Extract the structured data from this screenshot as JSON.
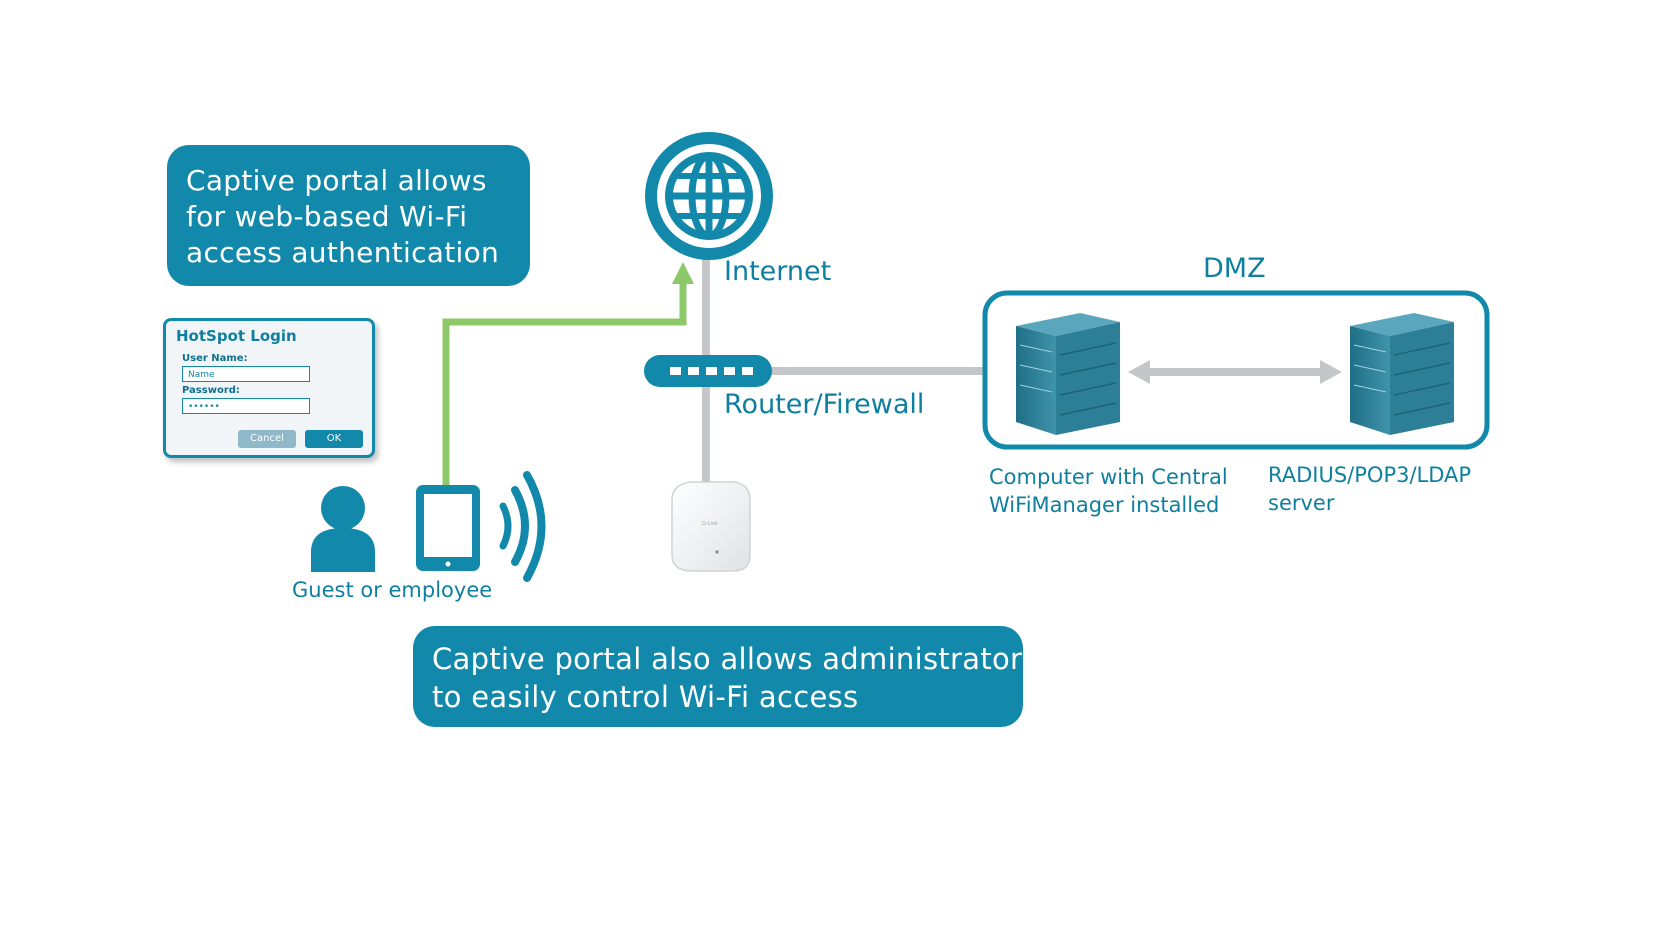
{
  "callouts": {
    "top": [
      "Captive portal allows",
      "for web-based Wi-Fi",
      "access authentication"
    ],
    "bottom": [
      "Captive portal also allows administrator",
      "to easily control Wi-Fi access"
    ]
  },
  "labels": {
    "internet": "Internet",
    "router": "Router/Firewall",
    "dmz": "DMZ",
    "guest": "Guest or employee",
    "computer": [
      "Computer with Central",
      "WiFiManager installed"
    ],
    "radius": [
      "RADIUS/POP3/LDAP",
      "server"
    ]
  },
  "login": {
    "title": "HotSpot Login",
    "user_label": "User Name:",
    "user_value": "Name",
    "password_label": "Password:",
    "password_value": "••••••",
    "cancel": "Cancel",
    "ok": "OK"
  },
  "colors": {
    "primary": "#1289aa",
    "connector_gray": "#c4c6c9",
    "uplink_green": "#8dc969"
  },
  "icons": [
    "globe-icon",
    "router-icon",
    "access-point-icon",
    "person-icon",
    "tablet-icon",
    "wifi-waves-icon",
    "server-icon",
    "bidirectional-arrow-icon"
  ]
}
